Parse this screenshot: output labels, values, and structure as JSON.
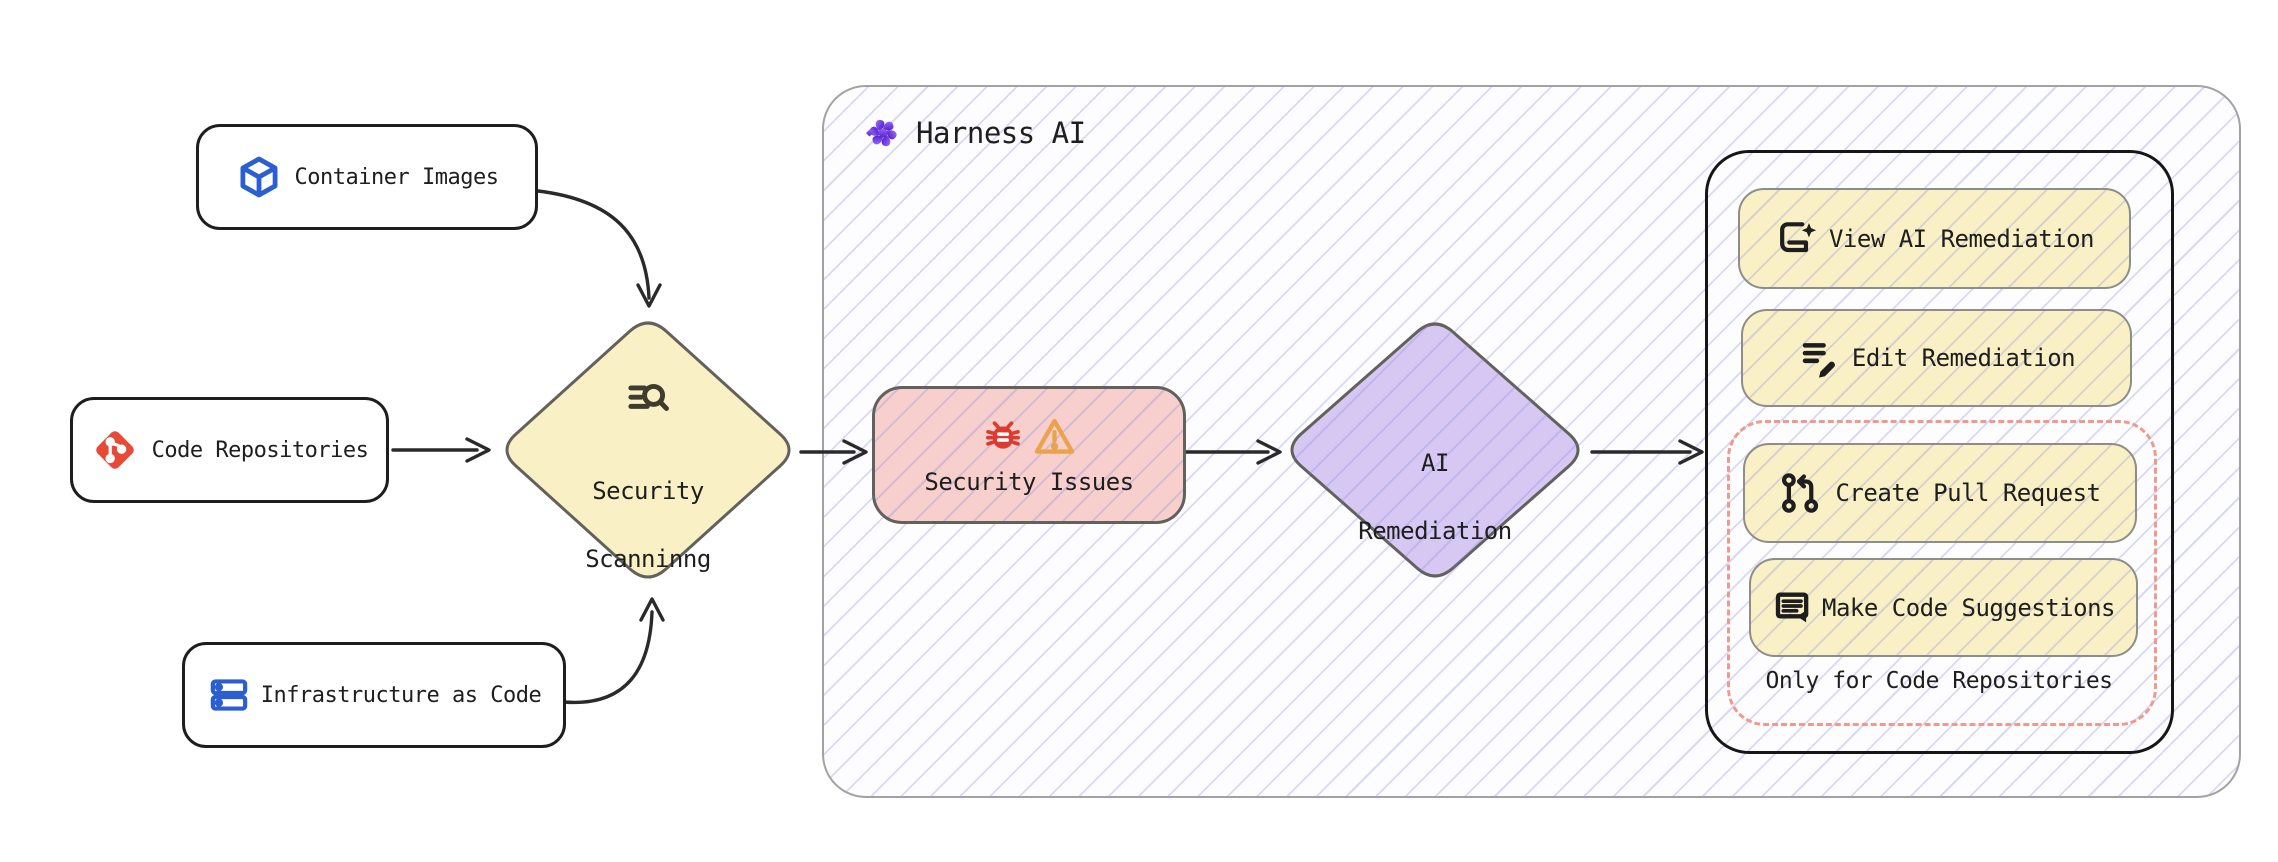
{
  "container": {
    "title": "Harness AI"
  },
  "nodes": {
    "container_images": {
      "label": "Container Images"
    },
    "code_repositories": {
      "label": "Code Repositories"
    },
    "infrastructure_as_code": {
      "label": "Infrastructure as Code"
    },
    "security_scanning": {
      "line1": "Security",
      "line2": "Scanninng"
    },
    "security_issues": {
      "label": "Security Issues"
    },
    "ai_remediation": {
      "line1": "AI",
      "line2": "Remediation"
    }
  },
  "actions": {
    "view_remediation": "View AI Remediation",
    "edit_remediation": "Edit Remediation",
    "create_pull_request": "Create Pull Request",
    "make_code_suggestions": "Make Code Suggestions",
    "note": "Only for Code Repositories"
  },
  "icons": {
    "container_images": "cube-3d-icon",
    "code_repositories": "git-icon",
    "infrastructure_as_code": "servers-icon",
    "security_scanning": "scan-search-icon",
    "security_issues": [
      "bug-icon",
      "warning-triangle-icon"
    ],
    "harness_ai": "harness-flower-icon",
    "view_remediation": "book-sparkle-icon",
    "edit_remediation": "lines-pencil-icon",
    "create_pull_request": "git-pull-request-icon",
    "make_code_suggestions": "message-lines-icon"
  },
  "colors": {
    "ink": "#1e1e1e",
    "arrow": "#2a2a2a",
    "node_border_dark": "#1e1e1e",
    "shape_border_gray": "#63615c",
    "button_border": "#8f8d88",
    "container_border": "#a2a2a2",
    "panel_border": "#161616",
    "node_yellow": "#faf0c5",
    "node_pink": "#f7cfcd",
    "node_purple": "#d6c8f3",
    "dash_salmon": "#ef9a8e",
    "icon_blue": "#2b5ed1",
    "git_red": "#e84a38",
    "bug_red": "#de3b30",
    "warn_orange": "#eca24a",
    "brand_purple_light": "#9168f7",
    "brand_purple_dark": "#5a22cf",
    "hatch_line": "rgba(133,133,220,0.30)"
  }
}
